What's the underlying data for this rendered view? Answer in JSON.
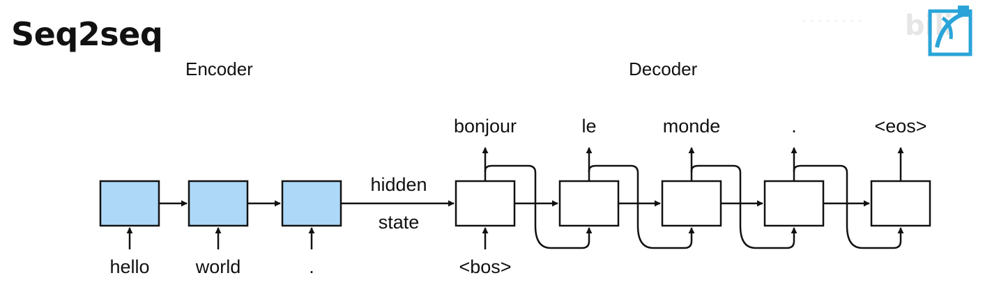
{
  "title": "Seq2seq",
  "encoder_label": "Encoder",
  "decoder_label": "Decoder",
  "watermark": "bili",
  "hidden_state": {
    "line1": "hidden",
    "line2": "state"
  },
  "encoder_inputs": [
    "hello",
    "world",
    "."
  ],
  "decoder_inputs": [
    "<bos>"
  ],
  "decoder_outputs": [
    "bonjour",
    "le",
    "monde",
    ".",
    "<eos>"
  ],
  "colors": {
    "encoder_cell_fill": "#add8f8",
    "decoder_cell_fill": "#ffffff",
    "stroke": "#111111",
    "logo": "#2aa4d8"
  },
  "icons": [
    "arrow-icon",
    "bilibili-logo-icon"
  ]
}
